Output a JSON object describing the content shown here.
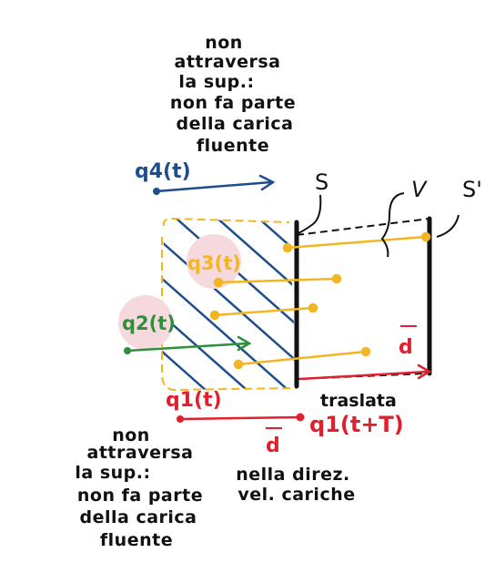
{
  "top_note": [
    "non",
    "attraversa",
    "la sup.:",
    "non fa parte",
    "della carica",
    "fluente"
  ],
  "bottom_note": [
    "non",
    "attraversa",
    "la sup.:",
    "non fa parte",
    "della carica",
    "fluente"
  ],
  "labels": {
    "q4": "q4(t)",
    "q3": "q3(t)",
    "q2": "q2(t)",
    "q1": "q1(t)",
    "q1_shift": "q1(t+T)",
    "S": "S",
    "V": "V",
    "S_prime": "S'",
    "d_right": "d",
    "d_bottom": "d",
    "traslata": "traslata",
    "direction": [
      "nella direz.",
      "vel. cariche"
    ]
  },
  "colors": {
    "blue": "#1f4e8c",
    "orange": "#f2b623",
    "green": "#2f8f3a",
    "red": "#e0202e",
    "dark": "#111111",
    "pink": "#f6d9df"
  }
}
